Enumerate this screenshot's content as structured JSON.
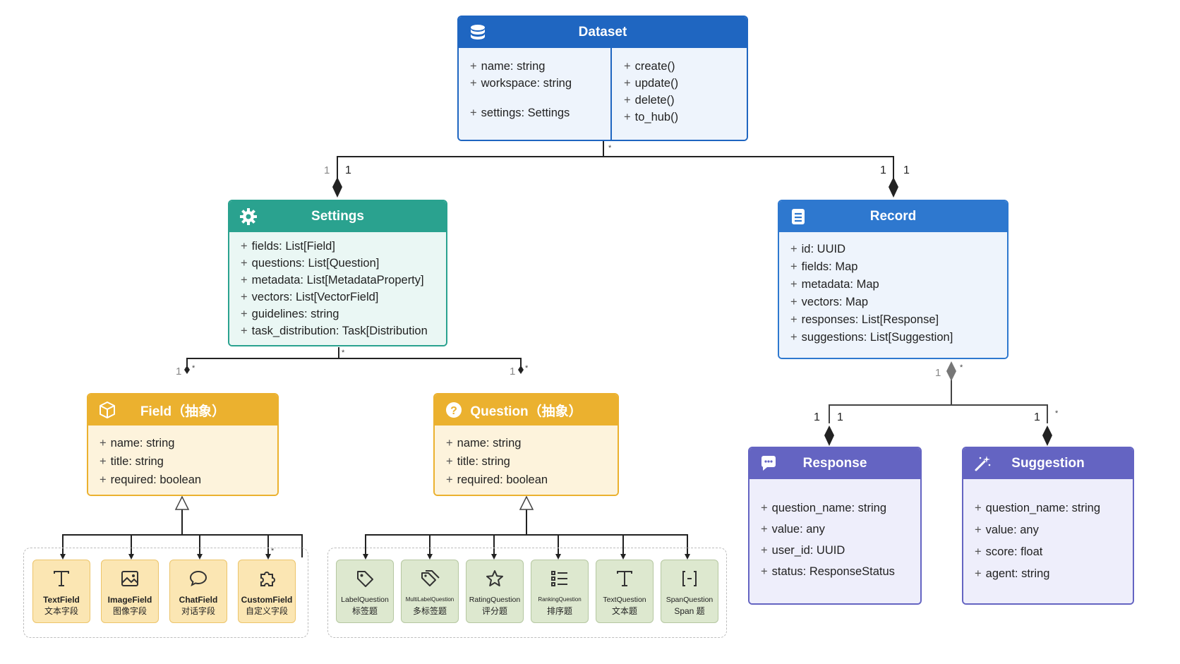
{
  "dataset": {
    "title": "Dataset",
    "icon": "database-icon",
    "attributes": [
      "name: string",
      "workspace: string",
      "settings: Settings"
    ],
    "methods": [
      "create()",
      "update()",
      "delete()",
      "to_hub()"
    ]
  },
  "settings": {
    "title": "Settings",
    "icon": "gear-icon",
    "attributes": [
      "fields: List[Field]",
      "questions: List[Question]",
      "metadata: List[MetadataProperty]",
      "vectors: List[VectorField]",
      "guidelines: string",
      "task_distribution: Task[Distribution"
    ]
  },
  "record": {
    "title": "Record",
    "icon": "document-icon",
    "attributes": [
      "id: UUID",
      "fields: Map",
      "metadata: Map",
      "vectors: Map",
      "responses: List[Response]",
      "suggestions: List[Suggestion]"
    ]
  },
  "field": {
    "title": "Field（抽象）",
    "icon": "cube-icon",
    "attributes": [
      "name: string",
      "title: string",
      "required: boolean"
    ]
  },
  "question": {
    "title": "Question（抽象）",
    "icon": "question-circle-icon",
    "attributes": [
      "name: string",
      "title: string",
      "required: boolean"
    ]
  },
  "response": {
    "title": "Response",
    "icon": "chat-bubble-icon",
    "attributes": [
      "question_name: string",
      "value: any",
      "user_id: UUID",
      "status: ResponseStatus"
    ]
  },
  "suggestion": {
    "title": "Suggestion",
    "icon": "magic-wand-icon",
    "attributes": [
      "question_name: string",
      "value: any",
      "score: float",
      "agent: string"
    ]
  },
  "field_types": [
    {
      "en": "TextField",
      "cn": "文本字段",
      "icon": "text-t-icon"
    },
    {
      "en": "ImageField",
      "cn": "图像字段",
      "icon": "image-icon"
    },
    {
      "en": "ChatField",
      "cn": "对话字段",
      "icon": "chat-icon"
    },
    {
      "en": "CustomField",
      "cn": "自定义字段",
      "icon": "puzzle-icon"
    }
  ],
  "question_types": [
    {
      "en": "LabelQuestion",
      "cn": "标签题",
      "icon": "tag-icon"
    },
    {
      "en": "MultiLabelQuestion",
      "cn": "多标签题",
      "icon": "tags-icon"
    },
    {
      "en": "RatingQuestion",
      "cn": "评分题",
      "icon": "star-icon"
    },
    {
      "en": "RankingQuestion",
      "cn": "排序题",
      "icon": "list-icon"
    },
    {
      "en": "TextQuestion",
      "cn": "文本题",
      "icon": "text-t-icon"
    },
    {
      "en": "SpanQuestion",
      "cn": "Span 题",
      "icon": "brackets-icon"
    }
  ],
  "multiplicities": {
    "one": "1",
    "many": "*"
  },
  "colors": {
    "dataset": "#1f66c1",
    "settings": "#2aa28f",
    "record": "#2e78cf",
    "abstract": "#ebb12f",
    "response": "#6464c2"
  }
}
